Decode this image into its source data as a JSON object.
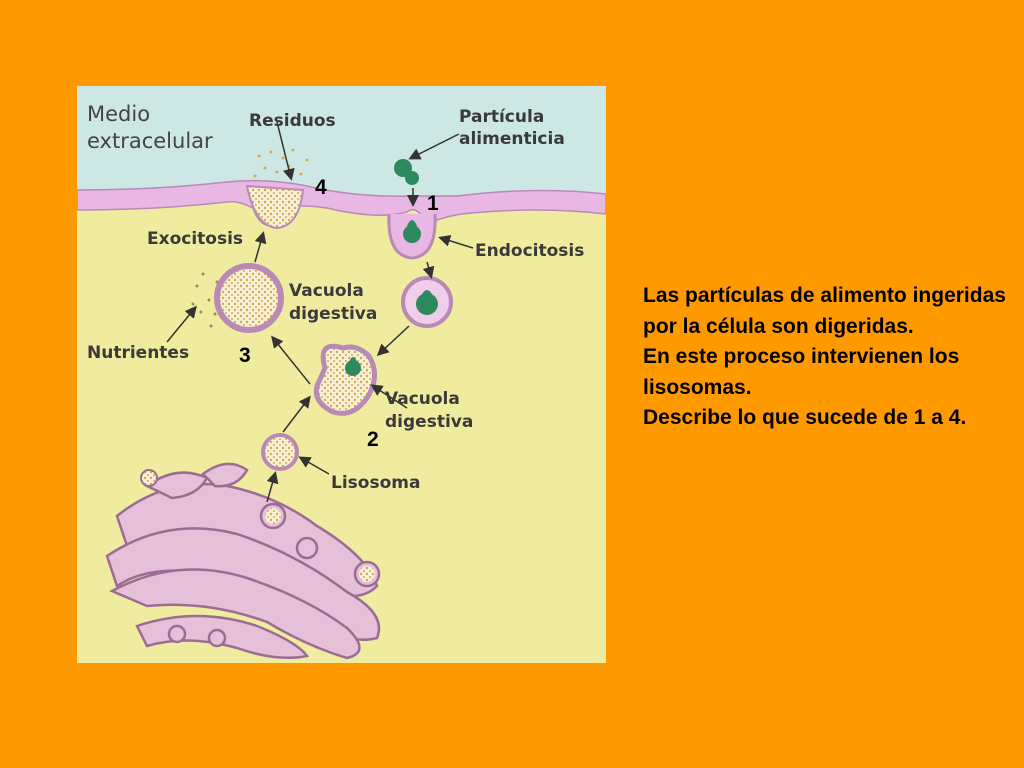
{
  "diagram": {
    "labels": {
      "medio_line1": "Medio",
      "medio_line2": "extracelular",
      "residuos": "Residuos",
      "particula_line1": "Partícula",
      "particula_line2": "alimenticia",
      "exocitosis": "Exocitosis",
      "endocitosis": "Endocitosis",
      "vacuola1_line1": "Vacuola",
      "vacuola1_line2": "digestiva",
      "nutrientes": "Nutrientes",
      "vacuola2_line1": "Vacuola",
      "vacuola2_line2": "digestiva",
      "lisosoma": "Lisosoma"
    },
    "numbers": {
      "n1": "1",
      "n2": "2",
      "n3": "3",
      "n4": "4"
    },
    "colors": {
      "extracellular": "#CDE7E4",
      "membrane": "#E9B7E4",
      "cytoplasm": "#F0EC9F",
      "vesicle_wall": "#B88AB4",
      "contents": "#E6C873",
      "particle": "#2E8A5E",
      "page_bg": "#FF9900"
    }
  },
  "text": {
    "lines": [
      "Las partículas de alimento ingeridas por la célula son digeridas.",
      "En este proceso intervienen los lisosomas.",
      "Describe lo que sucede de 1 a 4."
    ]
  }
}
